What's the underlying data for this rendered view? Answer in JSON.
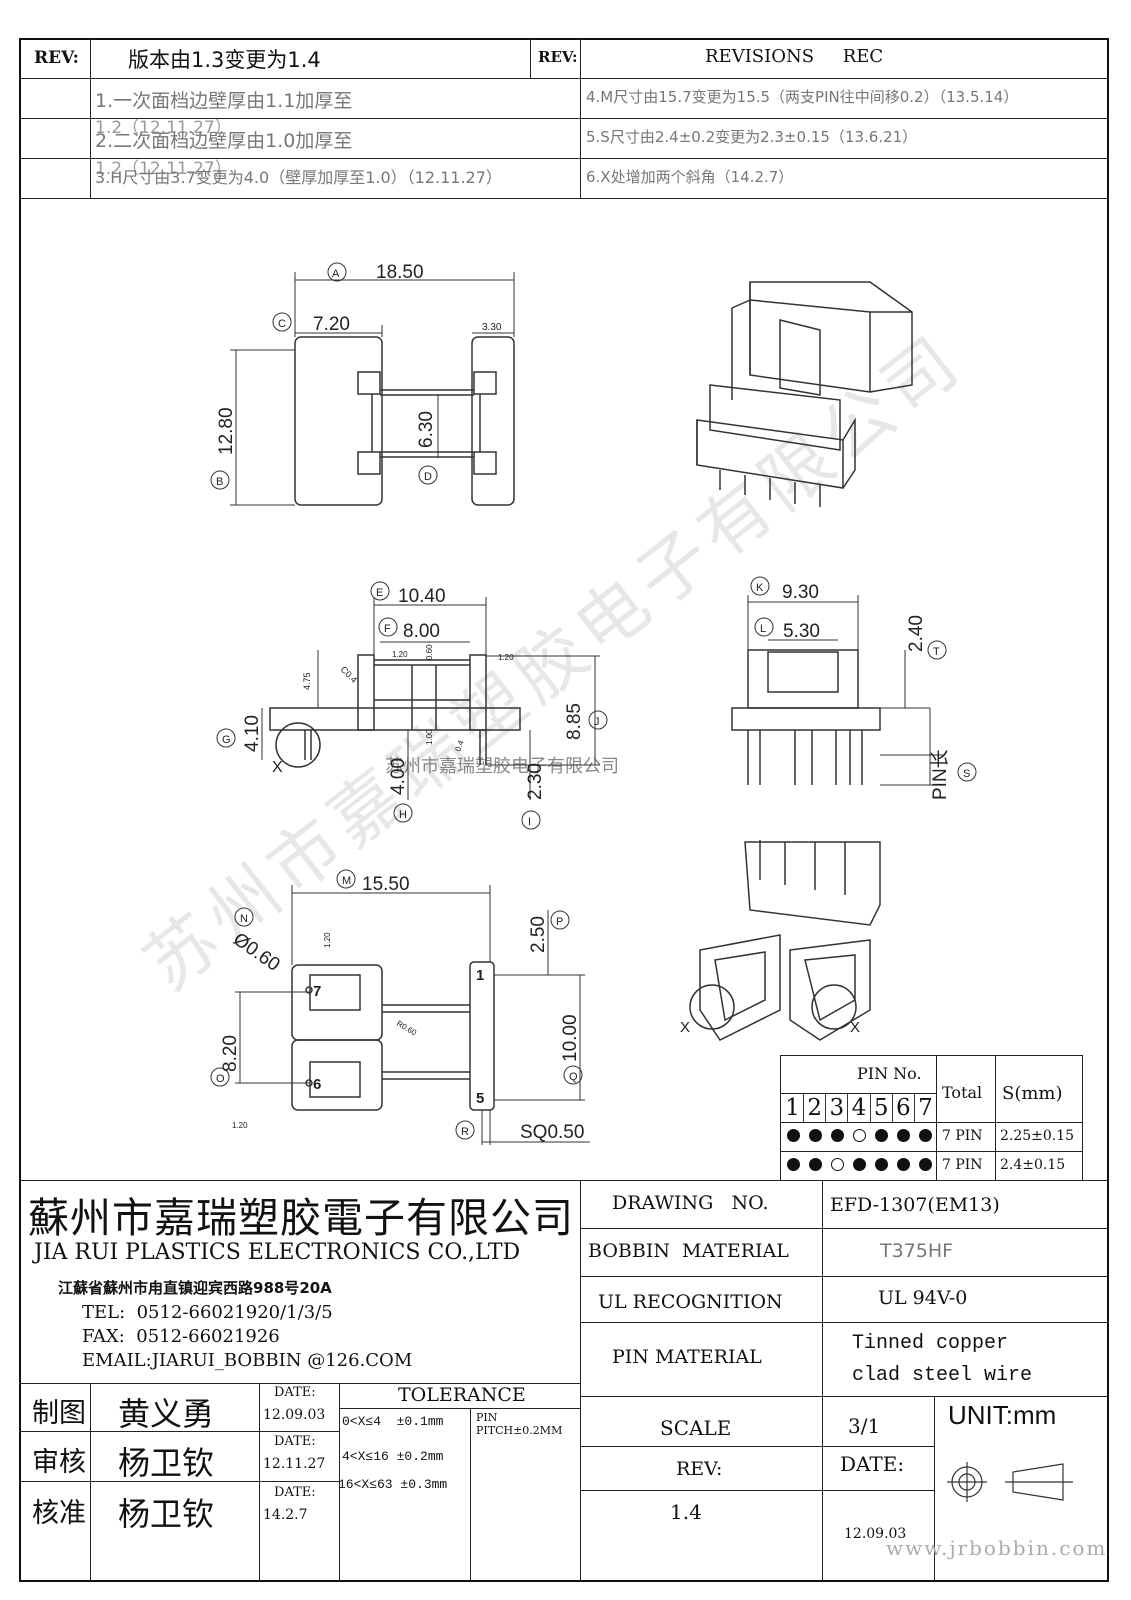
{
  "revision_table": {
    "rev_label_left": "REV:",
    "header_left": "版本由1.3变更为1.4",
    "rev_label_right": "REV:",
    "header_right": "REVISIONS     REC",
    "left_rows": [
      "1.一次面档边壁厚由1.1加厚至",
      "1.2（12.11.27）",
      "2.二次面档边壁厚由1.0加厚至",
      "1.2（12.11.27）",
      "3.H尺寸由3.7变更为4.0（壁厚加厚至1.0）（12.11.27）"
    ],
    "right_rows": [
      "4.M尺寸由15.7变更为15.5（两支PIN往中间移0.2）（13.5.14）",
      "5.S尺寸由2.4±0.2变更为2.3±0.15（13.6.21）",
      "6.X处增加两个斜角（14.2.7）"
    ]
  },
  "watermark": {
    "diagonal": "苏州市嘉瑞塑胶电子有限公司",
    "center": "苏州市嘉瑞塑胶电子有限公司",
    "url": "www.jrbobbin.com"
  },
  "dimensions": {
    "top_view": {
      "A": "18.50",
      "C": "7.20",
      "small_3_30": "3.30",
      "B": "12.80",
      "D": "6.30",
      "letters": {
        "A": "A",
        "B": "B",
        "C": "C",
        "D": "D"
      }
    },
    "side_view": {
      "E": "10.40",
      "F": "8.00",
      "G": "4.10",
      "H": "4.00",
      "I": "2.30",
      "J": "8.85",
      "small": [
        "4.75",
        "1.20",
        "0.60",
        "1.20",
        "1.00",
        "0.4",
        "C0.4"
      ],
      "X": "X",
      "letters": {
        "E": "E",
        "F": "F",
        "G": "G",
        "H": "H",
        "I": "I",
        "J": "J"
      }
    },
    "front_view": {
      "K": "9.30",
      "L": "5.30",
      "T": "2.40",
      "S": "PIN长",
      "letters": {
        "K": "K",
        "L": "L",
        "T": "T",
        "S": "S"
      }
    },
    "bottom_view": {
      "M": "15.50",
      "N": "Ø0.60",
      "O": "8.20",
      "P": "2.50",
      "Q": "10.00",
      "R": "SQ0.50",
      "small": [
        "1.20",
        "1.20",
        "R0.60"
      ],
      "pins_left": [
        "7",
        "6"
      ],
      "pins_right": [
        "1",
        "5"
      ],
      "letters": {
        "M": "M",
        "N": "N",
        "O": "O",
        "P": "P",
        "Q": "Q",
        "R": "R"
      }
    },
    "iso_bottom_X": [
      "X",
      "X"
    ]
  },
  "pin_table": {
    "header": "PIN No.",
    "pins": [
      "1",
      "2",
      "3",
      "4",
      "5",
      "6",
      "7"
    ],
    "total_label": "Total",
    "s_label": "S(mm)",
    "rows": [
      {
        "pattern": [
          "filled",
          "filled",
          "filled",
          "open",
          "filled",
          "filled",
          "filled"
        ],
        "total": "7 PIN",
        "s": "2.25±0.15"
      },
      {
        "pattern": [
          "filled",
          "filled",
          "open",
          "filled",
          "filled",
          "filled",
          "filled"
        ],
        "total": "7 PIN",
        "s": "2.4±0.15"
      }
    ]
  },
  "company": {
    "name_cn": "蘇州市嘉瑞塑胶電子有限公司",
    "name_en": "JIA RUI PLASTICS ELECTRONICS CO.,LTD",
    "address": "江蘇省蘇州市甪直镇迎宾西路988号20A",
    "tel": "TEL:  0512-66021920/1/3/5",
    "fax": "FAX:  0512-66021926",
    "email": "EMAIL:JIARUI_BOBBIN @126.COM"
  },
  "title_block": {
    "drawing_no_label": "DRAWING   NO.",
    "drawing_no": "EFD-1307(EM13)",
    "bobbin_material_label": "BOBBIN  MATERIAL",
    "bobbin_material": "T375HF",
    "ul_label": "UL RECOGNITION",
    "ul_value": "UL 94V-0",
    "pin_material_label": "PIN MATERIAL",
    "pin_material_1": "Tinned copper",
    "pin_material_2": "clad steel wire",
    "scale_label": "SCALE",
    "scale_value": "3/1",
    "unit": "UNIT:mm",
    "rev_label": "REV:",
    "rev_value": "1.4",
    "date_label": "DATE:",
    "date_value": "12.09.03"
  },
  "approvals": [
    {
      "role": "制图",
      "name": "黄义勇",
      "date_label": "DATE:",
      "date": "12.09.03"
    },
    {
      "role": "审核",
      "name": "杨卫钦",
      "date_label": "DATE:",
      "date": "12.11.27"
    },
    {
      "role": "核准",
      "name": "杨卫钦",
      "date_label": "DATE:",
      "date": "14.2.7"
    }
  ],
  "tolerance": {
    "title": "TOLERANCE",
    "rows": [
      "0<X≤4  ±0.1mm",
      "4<X≤16 ±0.2mm",
      "16<X≤63 ±0.3mm"
    ],
    "pin_label": "PIN",
    "pin_pitch": "PITCH±0.2MM"
  }
}
